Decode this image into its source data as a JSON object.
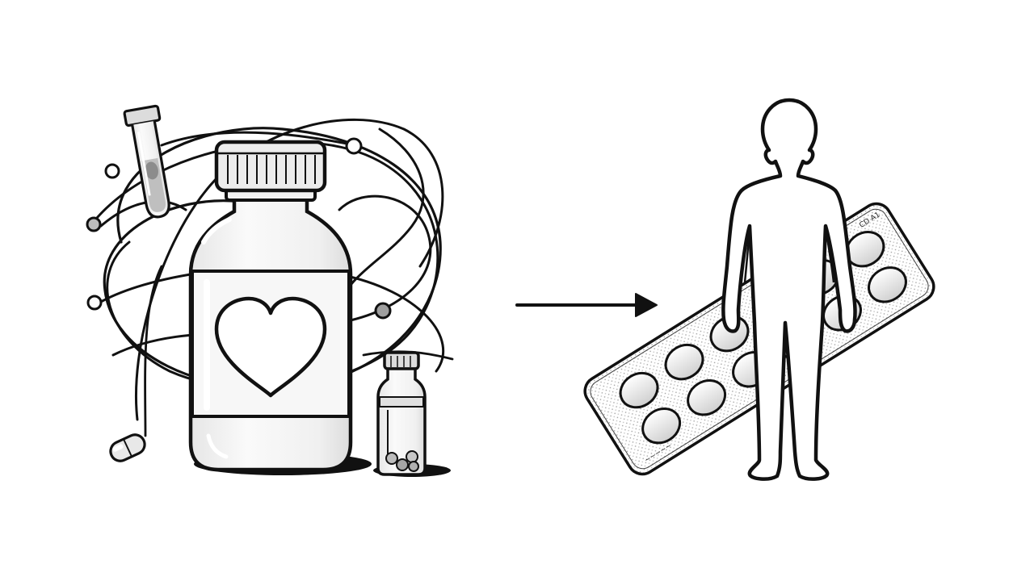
{
  "illustration": {
    "left_group": {
      "items": [
        "medicine-bottle",
        "heart-label",
        "test-tube",
        "small-vial",
        "capsule",
        "tangled-lines"
      ]
    },
    "connector": "arrow-right",
    "right_group": {
      "items": [
        "person-silhouette",
        "blister-pack"
      ],
      "blister_pack": {
        "pill_count": 12,
        "imprint_text": "CD A1",
        "side_text": "~~~~~"
      }
    }
  },
  "colors": {
    "ink": "#111111",
    "fill_light": "#f2f2f2",
    "fill_mid": "#d9d9d9",
    "background": "#ffffff"
  }
}
